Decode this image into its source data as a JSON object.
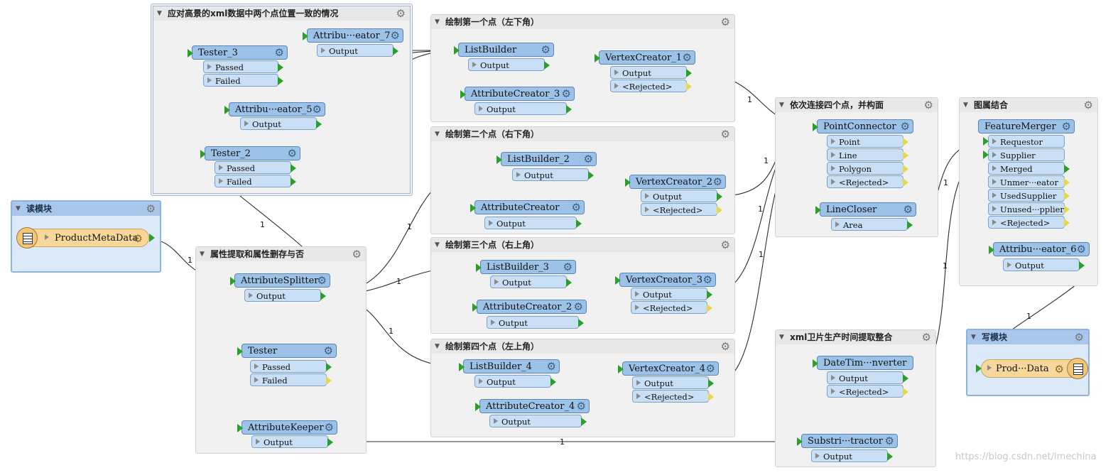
{
  "bookmarks": {
    "b1": "应对高景的xml数据中两个点位置一致的情况",
    "b2": "读模块",
    "b3": "属性提取和属性删存与否",
    "b4": "绘制第一个点（左下角）",
    "b5": "绘制第二个点（右下角）",
    "b6": "绘制第三个点（右上角）",
    "b7": "绘制第四个点（左上角）",
    "b8": "依次连接四个点，并构面",
    "b9": "xml卫片生产时间提取整合",
    "b10": "图属结合",
    "b11": "写模块"
  },
  "transformers": {
    "tester3": "Tester_3",
    "attrib7": "Attribu···eator_7",
    "attrib5": "Attribu···eator_5",
    "tester2": "Tester_2",
    "reader": "ProductMetaData",
    "splitter": "AttributeSplitter",
    "tester": "Tester",
    "keeper": "AttributeKeeper",
    "lb1": "ListBuilder",
    "ac3": "AttributeCreator_3",
    "vc1": "VertexCreator_1",
    "lb2": "ListBuilder_2",
    "ac": "AttributeCreator",
    "vc2": "VertexCreator_2",
    "lb3": "ListBuilder_3",
    "ac2": "AttributeCreator_2",
    "vc3": "VertexCreator_3",
    "lb4": "ListBuilder_4",
    "ac4": "AttributeCreator_4",
    "vc4": "VertexCreator_4",
    "pc": "PointConnector",
    "lc": "LineCloser",
    "dtc": "DateTim···nverter",
    "sub": "Substri···tractor",
    "fm": "FeatureMerger",
    "attrib6": "Attribu···eator_6",
    "writer": "Prod···Data"
  },
  "ports": {
    "output": "Output",
    "passed": "Passed",
    "failed": "Failed",
    "rejected": "<Rejected>",
    "point": "Point",
    "line": "Line",
    "polygon": "Polygon",
    "area": "Area",
    "requestor": "Requestor",
    "supplier": "Supplier",
    "merged": "Merged",
    "unmerged": "Unmer···eator",
    "usedsupplier": "UsedSupplier",
    "unusedsupplier": "Unused···pplier"
  },
  "link_label": "1",
  "watermark": "https://blog.csdn.net/lmechina",
  "icons": {
    "gear": "gear-icon",
    "collapse": "triangle-down-icon",
    "table": "table-icon"
  },
  "colors": {
    "transformer": "#9cc2e8",
    "port": "#c9dff5",
    "reader_writer": "#f7d89a",
    "connected_port": "#2aa02a",
    "unconnected_port": "#e6d84a"
  }
}
